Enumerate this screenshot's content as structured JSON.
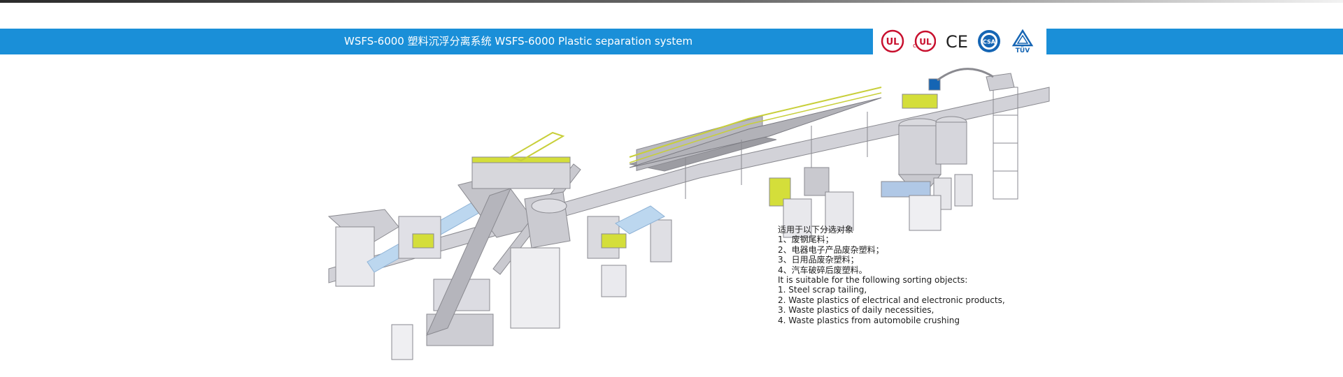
{
  "banner": {
    "title": "WSFS-6000 塑料沉浮分离系统 WSFS-6000 Plastic separation system"
  },
  "certifications": [
    {
      "icon": "ul-mark-icon",
      "label": "UL"
    },
    {
      "icon": "cul-mark-icon",
      "label": "c UL"
    },
    {
      "icon": "ce-mark-icon",
      "label": "CE"
    },
    {
      "icon": "csa-mark-icon",
      "label": "CSA"
    },
    {
      "icon": "tuv-mark-icon",
      "label": "TÜV"
    }
  ],
  "description": {
    "cn_heading": "适用于以下分选对象",
    "cn_items": [
      "1、废钢尾料；",
      "2、电器电子产品废杂塑料；",
      "3、日用品废杂塑料；",
      "4、汽车破碎后废塑料。"
    ],
    "en_heading": "It is suitable for the following sorting objects:",
    "en_items": [
      "1. Steel scrap tailing,",
      "2. Waste plastics of electrical and electronic products,",
      "3. Waste plastics of daily necessities,",
      "4. Waste plastics from automobile crushing"
    ]
  },
  "colors": {
    "banner_blue": "#1a8fd8",
    "cert_red": "#c8102e",
    "cert_blue": "#1565b4",
    "machine_yellow": "#d4de3a",
    "machine_grey": "#9c9ca2"
  }
}
